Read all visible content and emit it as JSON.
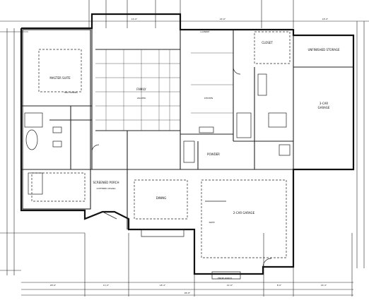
{
  "rooms": {
    "master_suite": "MASTER SUITE",
    "closet": "CLOSET",
    "storage": "UNFINISHED STORAGE",
    "garage_2car": "2-CAR GARAGE",
    "garage_3car_1": "3-CAR",
    "garage_3car_2": "GARAGE",
    "family": "FAMILY",
    "dining": "DINING",
    "porch": "SCREENED PORCH",
    "powder": "POWDER",
    "laundry": "LAUNDRY",
    "kitchen": "KITCHEN"
  },
  "notes": {
    "porch_ceiling": "COFFERED CEILING",
    "tray": "TRAY CEILING",
    "vaulted": "VAULTED",
    "entry": "ENTRY PORCH",
    "garage_note": "NOTE:"
  }
}
